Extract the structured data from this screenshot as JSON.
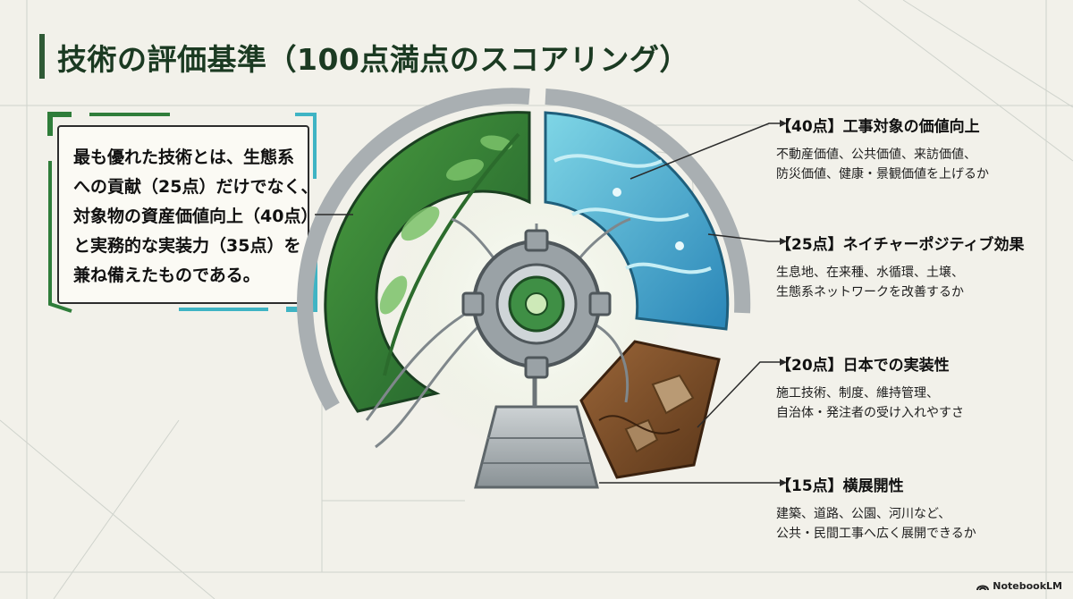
{
  "title": "技術の評価基準（100点満点のスコアリング）",
  "summary": {
    "lines": [
      "最も優れた技術とは、生態系",
      "への貢献（25点）だけでなく、",
      "対象物の資産価値向上（40点）",
      "と実務的な実装力（35点）を",
      "兼ね備えたものである。"
    ]
  },
  "criteria": [
    {
      "heading": "【40点】工事対象の価値向上",
      "lines": [
        "不動産価値、公共価値、来訪価値、",
        "防災価値、健康・景観価値を上げるか"
      ],
      "color": "#3aa6c9"
    },
    {
      "heading": "【25点】ネイチャーポジティブ効果",
      "lines": [
        "生息地、在来種、水循環、土壌、",
        "生態系ネットワークを改善するか"
      ],
      "color": "#2f7d3a"
    },
    {
      "heading": "【20点】日本での実装性",
      "lines": [
        "施工技術、制度、維持管理、",
        "自治体・発注者の受け入れやすさ"
      ],
      "color": "#7a4a2a"
    },
    {
      "heading": "【15点】横展開性",
      "lines": [
        "建築、道路、公園、河川など、",
        "公共・民間工事へ広く展開できるか"
      ],
      "color": "#9aa0a3"
    }
  ],
  "icons": [
    "leaf-icon",
    "water-wave-icon",
    "soil-rock-icon",
    "gear-icon",
    "pedestal-icon"
  ],
  "footer": {
    "brand": "NotebookLM"
  }
}
